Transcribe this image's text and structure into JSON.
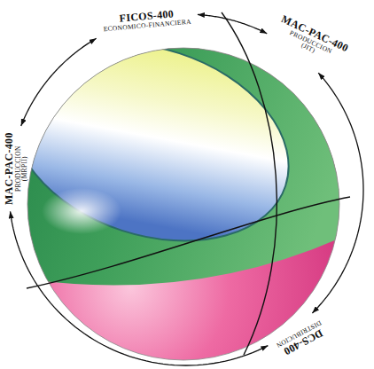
{
  "diagram": {
    "nodes": [
      {
        "text": [
          "FICOS-400",
          "ECONOMICO-FINANCIERA"
        ]
      },
      {
        "text": [
          "MAC-PAC-400",
          "PRODUCCION (JIT)"
        ]
      },
      {
        "text": [
          "MAC-PAC-400",
          "PRODUCCION (MRPII)"
        ]
      },
      {
        "text": [
          "DCS-400",
          "DISTRIBUCION"
        ]
      }
    ],
    "edges": [
      {
        "from": 0,
        "to": 1,
        "arrow": "both"
      },
      {
        "from": 1,
        "to": 3,
        "arrow": "both"
      },
      {
        "from": 3,
        "to": 2,
        "arrow": "both"
      },
      {
        "from": 2,
        "to": 0,
        "arrow": "both"
      }
    ]
  }
}
